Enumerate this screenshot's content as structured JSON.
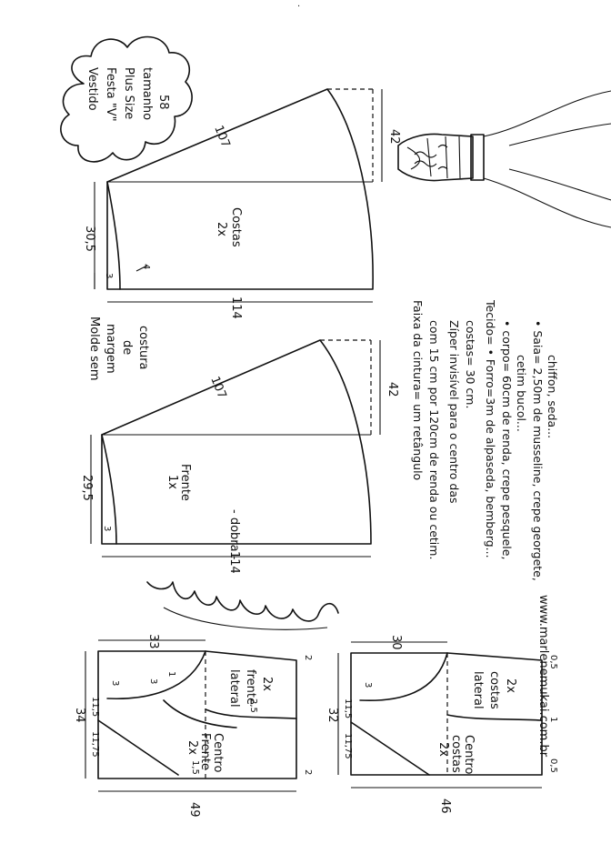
{
  "title": {
    "line1": "Vestido",
    "line2": "Festa \"V\"",
    "line3": "Plus Size",
    "line4": "tamanho",
    "line5": "58"
  },
  "molde_note": {
    "line1": "Molde sem",
    "line2": "margem",
    "line3": "de",
    "line4": "costura"
  },
  "costas_skirt": {
    "name": "Costas",
    "count": "2x",
    "dim_top": "30,5",
    "dim_side": "42",
    "dim_length": "114",
    "dim_hem": "107",
    "dim_small": "3",
    "dim_curve": "4"
  },
  "frente_skirt": {
    "name": "Frente",
    "count": "1x",
    "dim_top": "29,5",
    "dim_side": "42",
    "dim_length": "114",
    "dim_hem": "107",
    "dim_small": "3",
    "fold": "- dobra -"
  },
  "notes": {
    "line1": "Faixa da cintura= um retângulo",
    "line2": "com 15 cm por 120cm de renda ou cetim.",
    "line3": "Zíper invisível para o centro das",
    "line4": "costas= 30 cm.",
    "line5": "Tecido= • Forro=3m  de alpaseda, bemberg...",
    "line6": "• corpo= 60cm de renda, crepe pesquele,",
    "line7": "cetim bucol...",
    "line8": "• Saia= 2,50m de musseline, crepe georgete,",
    "line9": "chiffon, seda..."
  },
  "website": "www.marlenemukai.com.br",
  "signature": "Marlene Mukai",
  "bodice_front": {
    "center_label": "Centro",
    "center_label2": "Frente",
    "center_count": "2x",
    "lateral_label": "lateral",
    "lateral_label2": "frente",
    "lateral_count": "2x",
    "dim_top": "33",
    "dim_height": "34",
    "dim_bottom": "49",
    "dim_a": "11,75",
    "dim_b": "11,5",
    "dim_c": "3",
    "dim_d": "3",
    "dim_e": "1,5",
    "dim_f": "2",
    "dim_g": "2",
    "dim_h": "2,5",
    "dim_i": "1"
  },
  "bodice_back": {
    "center_label": "Centro",
    "center_label2": "costas",
    "center_count": "2x",
    "lateral_label": "lateral",
    "lateral_label2": "costas",
    "lateral_count": "2x",
    "dim_top": "30",
    "dim_height": "32",
    "dim_bottom": "46",
    "dim_a": "11,75",
    "dim_b": "11,5",
    "dim_c": "3",
    "dim_d": "0,5",
    "dim_e": "0,5",
    "dim_f": "1"
  }
}
